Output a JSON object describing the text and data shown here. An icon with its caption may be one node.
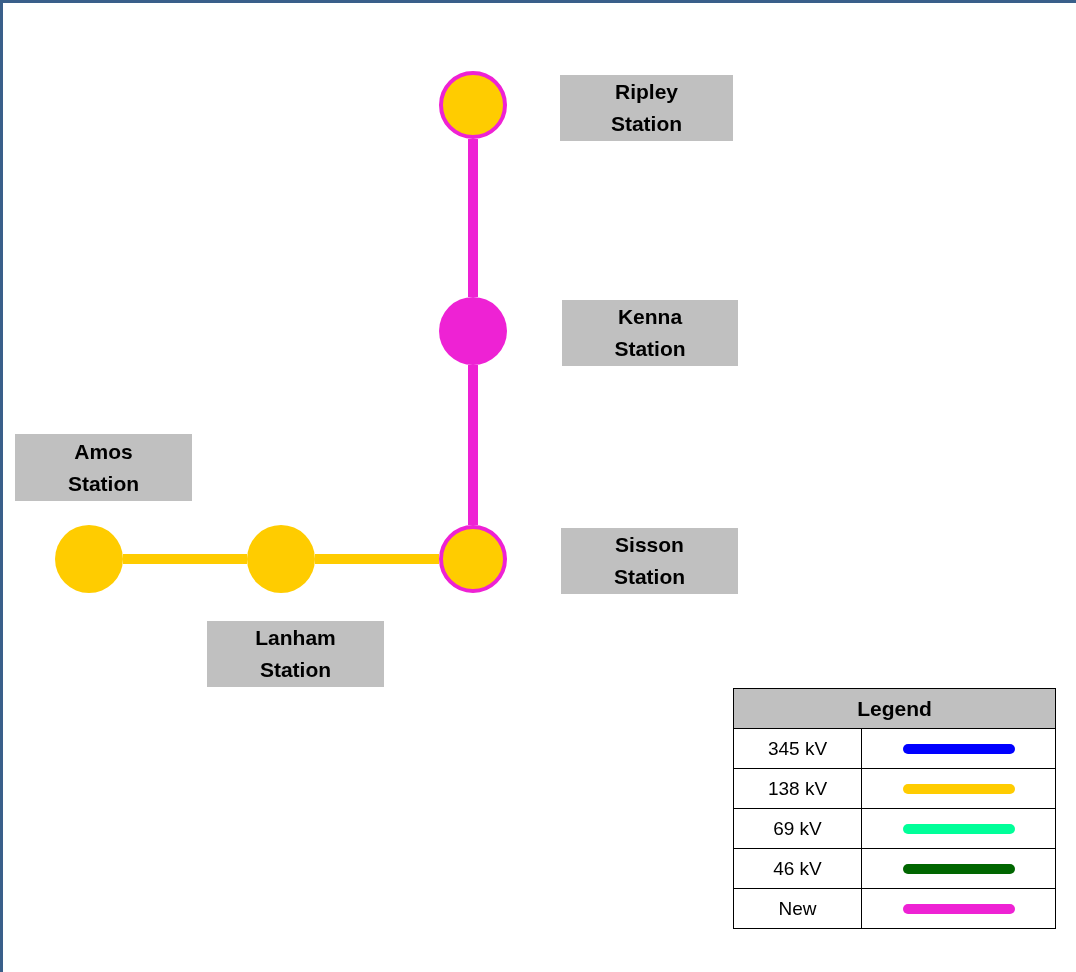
{
  "diagram": {
    "nodes": [
      {
        "text": [],
        "shape": "circle"
      },
      {
        "text": [
          "Ripley Station"
        ]
      },
      {
        "text": [],
        "shape": "circle"
      },
      {
        "text": [
          "Kenna Station"
        ]
      },
      {
        "text": [
          "Amos Station"
        ]
      },
      {
        "text": [],
        "shape": "circle"
      },
      {
        "text": [],
        "shape": "circle"
      },
      {
        "text": [],
        "shape": "circle"
      },
      {
        "text": [
          "Sisson Station"
        ]
      },
      {
        "text": [
          "Lanham Station"
        ]
      }
    ],
    "edges": [
      {
        "from": 0,
        "to": 2,
        "arrow": "none",
        "color": "#ee22d4"
      },
      {
        "from": 2,
        "to": 7,
        "arrow": "none",
        "color": "#ee22d4"
      },
      {
        "from": 5,
        "to": 6,
        "arrow": "none",
        "color": "#ffcc00"
      },
      {
        "from": 6,
        "to": 7,
        "arrow": "none",
        "color": "#ffcc00"
      }
    ],
    "labels": [
      "Legend"
    ],
    "legend": [
      {
        "text": "345 kV",
        "color": "#0000ff"
      },
      {
        "text": "138 kV",
        "color": "#ffcc00"
      },
      {
        "text": "69 kV",
        "color": "#00ff99"
      },
      {
        "text": "46 kV",
        "color": "#006600"
      },
      {
        "text": "New",
        "color": "#ee22d4"
      }
    ]
  }
}
